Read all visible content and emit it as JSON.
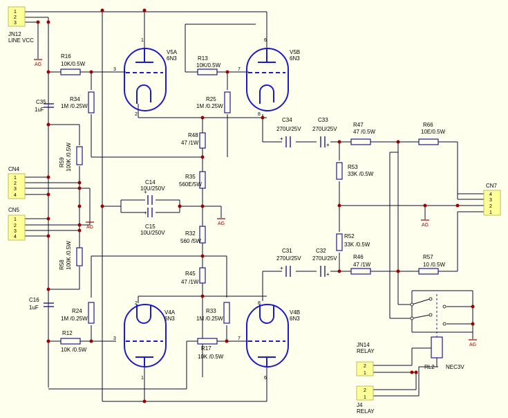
{
  "connectors": {
    "jn12": {
      "pins": [
        "1",
        "2",
        "3"
      ],
      "name": "JN12",
      "sub": "LINE VCC"
    },
    "cn4": {
      "pins": [
        "1",
        "2",
        "3",
        "4"
      ],
      "name": "CN4"
    },
    "cn5": {
      "pins": [
        "1",
        "2",
        "3",
        "4"
      ],
      "name": "CN5"
    },
    "cn7": {
      "pins": [
        "4",
        "3",
        "2",
        "1"
      ],
      "name": "CN7"
    },
    "jn14": {
      "pins": [
        "2",
        "1"
      ],
      "name": "JN14",
      "sub": "RELAY"
    },
    "j4": {
      "pins": [
        "2",
        "1"
      ],
      "name": "J4",
      "sub": "RELAY"
    }
  },
  "ground_label": "AG",
  "tubes": {
    "v5a": {
      "ref": "V5A",
      "type": "6N3",
      "pins": {
        "top": "1",
        "grid": "3",
        "bottom": "2"
      }
    },
    "v5b": {
      "ref": "V5B",
      "type": "6N3",
      "pins": {
        "top": "6",
        "grid": "7",
        "bottom": "8"
      }
    },
    "v4a": {
      "ref": "V4A",
      "type": "6N3",
      "pins": {
        "top": "2",
        "grid": "3",
        "bottom": "1"
      }
    },
    "v4b": {
      "ref": "V4B",
      "type": "6N3",
      "pins": {
        "top": "8",
        "grid": "7",
        "bottom": "6"
      }
    }
  },
  "resistors": {
    "r16": {
      "ref": "R16",
      "value": "10K/0.5W"
    },
    "r13": {
      "ref": "R13",
      "value": "10K/0.5W"
    },
    "r34": {
      "ref": "R34",
      "value": "1M  /0.25W"
    },
    "r25": {
      "ref": "R25",
      "value": "1M  /0.25W"
    },
    "r48": {
      "ref": "R48",
      "value": "47  /1W"
    },
    "r35": {
      "ref": "R35",
      "value": "560E/5W"
    },
    "r59": {
      "ref": "R59",
      "value": "100K  /0.5W"
    },
    "r32": {
      "ref": "R32",
      "value": "560  /5W"
    },
    "r58": {
      "ref": "R58",
      "value": "100K  /0.5W"
    },
    "r45": {
      "ref": "R45",
      "value": "47  /1W"
    },
    "r24": {
      "ref": "R24",
      "value": "1M  /0.25W"
    },
    "r33": {
      "ref": "R33",
      "value": "1M  /0.25W"
    },
    "r12": {
      "ref": "R12",
      "value": "10K  /0.5W"
    },
    "r17": {
      "ref": "R17",
      "value": "10K  /0.5W"
    },
    "r47": {
      "ref": "R47",
      "value": "47  /0.5W"
    },
    "r66": {
      "ref": "R66",
      "value": "10E/0.5W"
    },
    "r53": {
      "ref": "R53",
      "value": "33K  /0.5W"
    },
    "r52": {
      "ref": "R52",
      "value": "33K  /0.5W"
    },
    "r46": {
      "ref": "R46",
      "value": "47  /1W"
    },
    "r57": {
      "ref": "R57",
      "value": "10  /0.5W"
    }
  },
  "capacitors": {
    "c35": {
      "ref": "C35",
      "value": "1uF"
    },
    "c16": {
      "ref": "C16",
      "value": "1uF"
    },
    "c14": {
      "ref": "C14",
      "value": "10U/250V"
    },
    "c15": {
      "ref": "C15",
      "value": "10U/250V"
    },
    "c34": {
      "ref": "C34",
      "value": "270U/25V"
    },
    "c33": {
      "ref": "C33",
      "value": "270U/25V"
    },
    "c31": {
      "ref": "C31",
      "value": "270U/25V"
    },
    "c32": {
      "ref": "C32",
      "value": "270U/25V"
    }
  },
  "relay": {
    "ref": "RL2",
    "type": "NEC3V"
  }
}
